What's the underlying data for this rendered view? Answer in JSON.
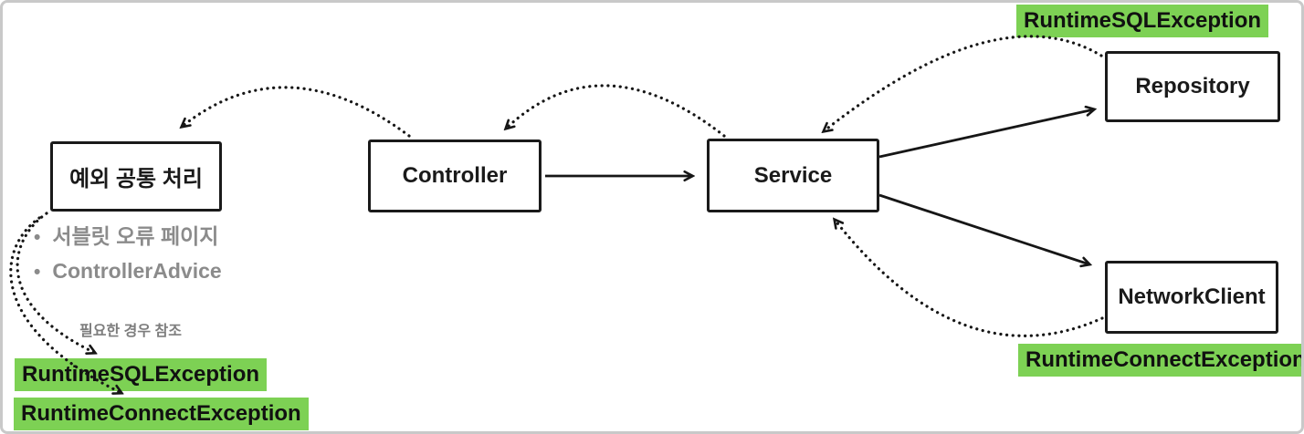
{
  "diagram": {
    "nodes": [
      {
        "id": "exception-common-handler",
        "label": "예외 공통 처리"
      },
      {
        "id": "controller",
        "label": "Controller"
      },
      {
        "id": "service",
        "label": "Service"
      },
      {
        "id": "repository",
        "label": "Repository"
      },
      {
        "id": "network-client",
        "label": "NetworkClient"
      }
    ],
    "exception_labels": {
      "repository_thrown": "RuntimeSQLException",
      "network_thrown": "RuntimeConnectException",
      "handler_reference_1": "RuntimeSQLException",
      "handler_reference_2": "RuntimeConnectException"
    },
    "annotations": {
      "bullet_glyph": "•",
      "bullet_items": [
        "서블릿 오류 페이지",
        "ControllerAdvice"
      ],
      "reference_note": "필요한 경우 참조"
    },
    "edges": [
      {
        "from": "Controller",
        "to": "Service",
        "style": "solid"
      },
      {
        "from": "Service",
        "to": "Repository",
        "style": "solid"
      },
      {
        "from": "Service",
        "to": "NetworkClient",
        "style": "solid"
      },
      {
        "from": "Repository",
        "to": "Service",
        "style": "dotted"
      },
      {
        "from": "Service",
        "to": "Controller",
        "style": "dotted"
      },
      {
        "from": "Controller",
        "to": "예외 공통 처리",
        "style": "dotted"
      },
      {
        "from": "NetworkClient",
        "to": "Service",
        "style": "dotted"
      },
      {
        "from": "예외 공통 처리",
        "to": "RuntimeSQLException",
        "style": "dotted"
      },
      {
        "from": "예외 공통 처리",
        "to": "RuntimeConnectException",
        "style": "dotted"
      }
    ],
    "colors": {
      "highlight_green": "#7dd154",
      "gray_text": "#8b8b8b",
      "line_black": "#161616",
      "frame_gray": "#c9c9c9",
      "background": "#ffffff"
    }
  }
}
